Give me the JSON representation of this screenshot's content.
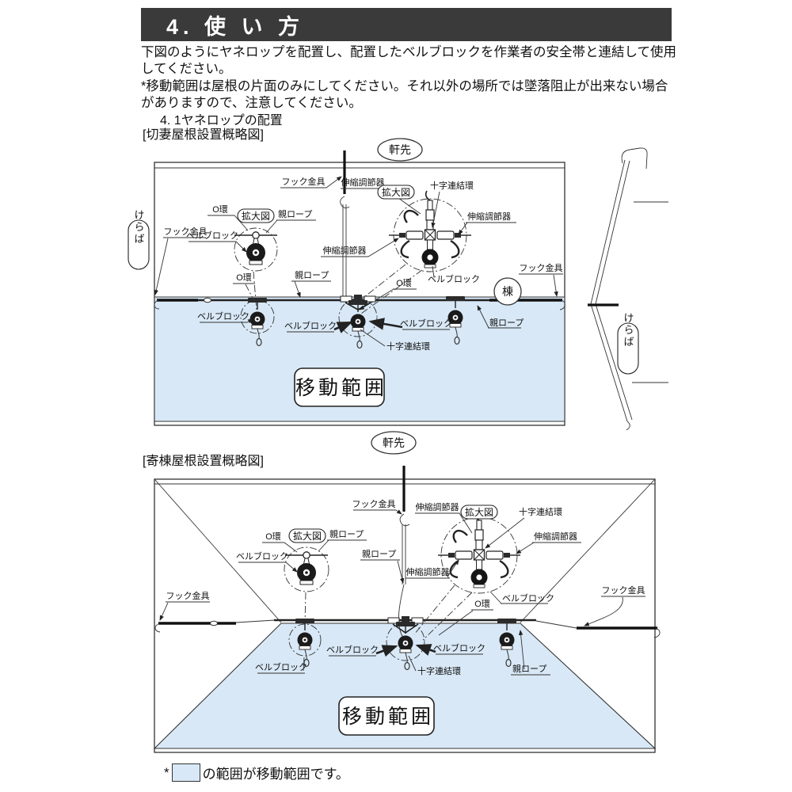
{
  "header": {
    "title": "4. 使 い 方"
  },
  "intro": {
    "line1": "下図のようにヤネロップを配置し、配置したベルブロックを作業者の安全帯と連結して使用してください。",
    "note": "*移動範囲は屋根の片面のみにしてください。それ以外の場所では墜落阻止が出来ない場合がありますので、注意してください。"
  },
  "sections": {
    "placement_title": "4. 1ヤネロップの配置",
    "gable_caption": "[切妻屋根設置概略図]",
    "hip_caption": "[寄棟屋根設置概略図]"
  },
  "terms": {
    "nokisaki": "軒先",
    "mune": "棟",
    "keraba": "けらば",
    "hook": "フック金具",
    "oya_rope": "親ロープ",
    "o_ring": "O環",
    "bellblock": "ベルブロック",
    "adjuster": "伸縮調節器",
    "cross_ring": "十字連結環",
    "kakudaizu": "拡大図",
    "move_range": "移動範囲"
  },
  "footer": {
    "marker": "*",
    "text": "の範囲が移動範囲です。"
  },
  "colors": {
    "header_bg": "#3a3a3a",
    "move_area_blue": "#d8e8f6",
    "line": "#333333"
  }
}
